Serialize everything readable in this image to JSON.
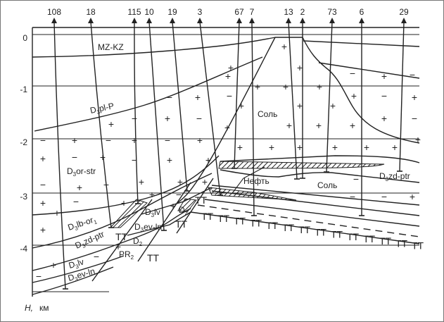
{
  "axis": {
    "depth_ticks": [
      "0",
      "-1",
      "-2",
      "-3",
      "-4"
    ],
    "unit_label": "H,",
    "unit": "км"
  },
  "wells": [
    "108",
    "18",
    "115",
    "10",
    "19",
    "3",
    "67",
    "7",
    "13",
    "2",
    "73",
    "6",
    "29"
  ],
  "layers": {
    "mz_kz": "MZ-KZ",
    "d3pl_p": {
      "base": "D",
      "sub": "3",
      "rest": "pl-P"
    },
    "d3or_str": {
      "base": "D",
      "sub": "3",
      "rest": "or-str"
    },
    "d3lb_or1": {
      "base": "D",
      "sub": "3",
      "rest": "lb-or",
      "sub2": "1"
    },
    "d3zd_ptr_left": {
      "base": "D",
      "sub": "3",
      "rest": "zd-ptr"
    },
    "d3lv_left": {
      "base": "D",
      "sub": "3",
      "rest": "lv"
    },
    "d3ev_ln_left": {
      "base": "D",
      "sub": "3",
      "rest": "ev-ln"
    },
    "d3lv_mid": {
      "base": "D",
      "sub": "3",
      "rest": "lv"
    },
    "d3ev_ln_mid": {
      "base": "D",
      "sub": "3",
      "rest": "ev-ln"
    },
    "d2_mid": {
      "base": "D",
      "sub": "2"
    },
    "pr2": {
      "base": "PR",
      "sub": "2"
    },
    "d2_right": {
      "base": "D",
      "sub": "2"
    },
    "d3zd_ptr_right": {
      "base": "D",
      "sub": "3",
      "rest": "zd-ptr"
    },
    "salt_upper": "Соль",
    "salt_lower": "Соль",
    "oil": "Нефть"
  },
  "symbols": {
    "plus": "+",
    "minus": "−",
    "basement": "ТТ"
  }
}
